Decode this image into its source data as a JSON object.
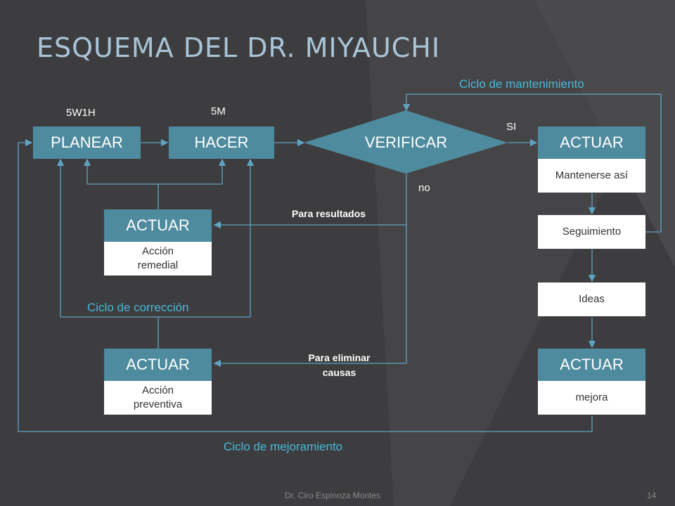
{
  "title": "ESQUEMA DEL DR. MIYAUCHI",
  "labels": {
    "w5h1": "5W1H",
    "m5": "5M",
    "si": "SI",
    "no": "no",
    "para_resultados": "Para resultados",
    "para_eliminar": "Para eliminar causas"
  },
  "cycles": {
    "mantenimiento": "Ciclo de mantenimiento",
    "correccion": "Ciclo de corrección",
    "mejoramiento": "Ciclo de mejoramiento"
  },
  "nodes": {
    "planear": "PLANEAR",
    "hacer": "HACER",
    "verificar": "VERIFICAR",
    "actuar_top": "ACTUAR",
    "mantenerse": "Mantenerse así",
    "seguimiento": "Seguimiento",
    "ideas": "Ideas",
    "actuar_mejora": "ACTUAR",
    "mejora": "mejora",
    "actuar_remedial": "ACTUAR",
    "accion_remedial": "Acción remedial",
    "actuar_preventiva": "ACTUAR",
    "accion_preventiva": "Acción preventiva"
  },
  "footer": "Dr. Ciro Espinoza Montes",
  "page_number": "14",
  "colors": {
    "background": "#3d3d3f",
    "box": "#4e8b9e",
    "title": "#a9c4d6",
    "cycle_label": "#49b8d9",
    "connector": "#5fa3c4"
  }
}
